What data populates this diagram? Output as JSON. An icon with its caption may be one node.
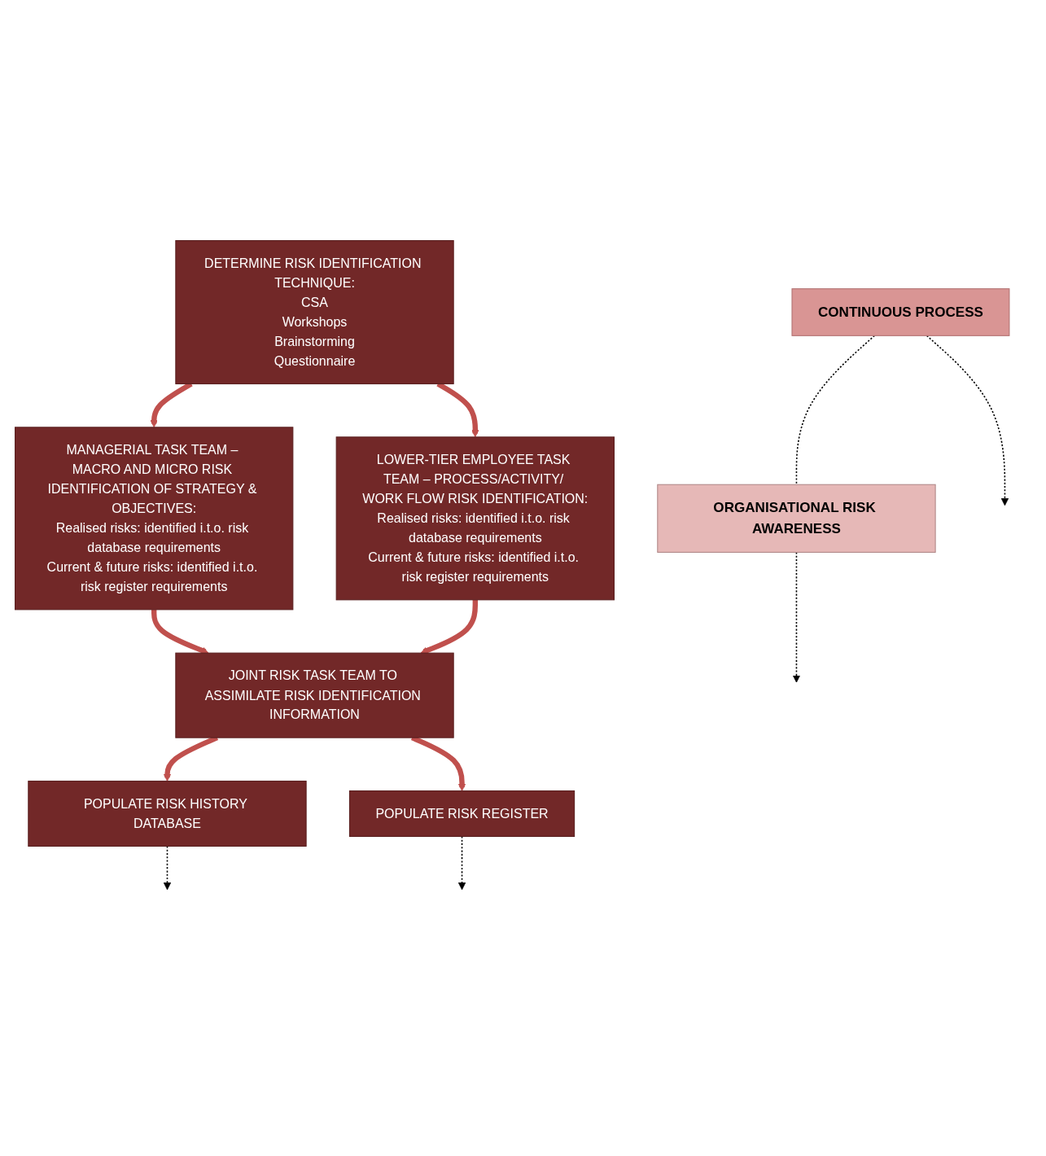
{
  "diagram": {
    "nodes": [
      {
        "text": [
          "DETERMINE RISK IDENTIFICATION TECHNIQUE:",
          "CSA",
          "Workshops",
          "Brainstorming",
          "Questionnaire"
        ]
      },
      {
        "text": [
          "MANAGERIAL TASK TEAM – MACRO AND MICRO RISK IDENTIFICATION OF STRATEGY & OBJECTIVES:",
          "Realised risks: identified i.t.o. risk database requirements",
          "Current & future risks: identified i.t.o. risk register requirements"
        ]
      },
      {
        "text": [
          "LOWER-TIER EMPLOYEE TASK TEAM – PROCESS/ACTIVITY/ WORK FLOW RISK IDENTIFICATION:",
          "Realised risks: identified i.t.o. risk database requirements",
          "Current & future risks: identified i.t.o. risk register requirements"
        ]
      },
      {
        "text": [
          "CONTINUOUS PROCESS"
        ]
      },
      {
        "text": [
          "ORGANISATIONAL RISK AWARENESS"
        ]
      },
      {
        "text": [
          "JOINT RISK TASK TEAM TO ASSIMILATE RISK IDENTIFICATION INFORMATION"
        ]
      },
      {
        "text": [
          "POPULATE RISK HISTORY DATABASE"
        ]
      },
      {
        "text": [
          "POPULATE RISK REGISTER"
        ]
      }
    ],
    "edges": [
      {
        "from": 0,
        "to": 1,
        "arrow": "to"
      },
      {
        "from": 0,
        "to": 2,
        "arrow": "to"
      },
      {
        "from": 1,
        "to": 5,
        "arrow": "to"
      },
      {
        "from": 2,
        "to": 5,
        "arrow": "to"
      },
      {
        "from": 5,
        "to": 6,
        "arrow": "to"
      },
      {
        "from": 5,
        "to": 7,
        "arrow": "to"
      },
      {
        "from": 3,
        "to": null,
        "arrow": "to",
        "style": "dashed",
        "color": "#000000"
      },
      {
        "from": 4,
        "to": null,
        "arrow": "to",
        "style": "dashed",
        "color": "#000000"
      },
      {
        "from": 6,
        "to": null,
        "arrow": "to",
        "style": "dashed",
        "color": "#000000"
      },
      {
        "from": 7,
        "to": null,
        "arrow": "to",
        "style": "dashed",
        "color": "#000000"
      },
      {
        "from": 3,
        "to": 4,
        "arrow": "none",
        "style": "dashed",
        "color": "#000000"
      }
    ]
  }
}
